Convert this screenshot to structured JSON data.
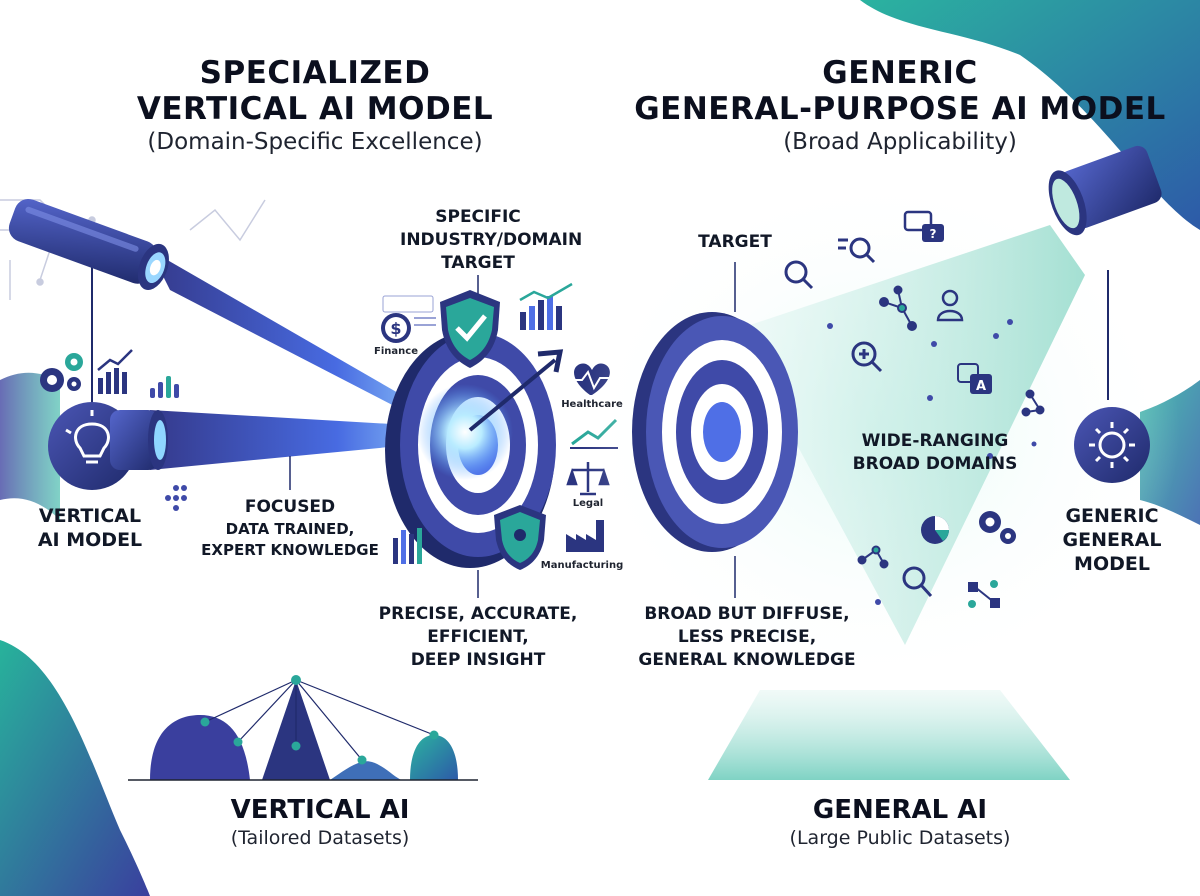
{
  "left": {
    "title_line1": "SPECIALIZED",
    "title_line2": "VERTICAL AI MODEL",
    "subtitle": "(Domain-Specific Excellence)",
    "target_label": [
      "SPECIFIC",
      "INDUSTRY/DOMAIN",
      "TARGET"
    ],
    "model_label": [
      "VERTICAL",
      "AI MODEL"
    ],
    "beam_label": [
      "FOCUSED",
      "DATA TRAINED,",
      "EXPERT KNOWLEDGE"
    ],
    "result_label": [
      "PRECISE, ACCURATE,",
      "EFFICIENT,",
      "DEEP INSIGHT"
    ],
    "domains": [
      "Finance",
      "Healthcare",
      "Legal",
      "Manufacturing"
    ],
    "footer_title": "VERTICAL AI",
    "footer_sub": "(Tailored Datasets)"
  },
  "right": {
    "title_line1": "GENERIC",
    "title_line2": "GENERAL-PURPOSE AI MODEL",
    "subtitle": "(Broad Applicability)",
    "target_label": "TARGET",
    "domains_label": [
      "WIDE-RANGING",
      "BROAD DOMAINS"
    ],
    "model_label": [
      "GENERIC",
      "GENERAL",
      "MODEL"
    ],
    "result_label": [
      "BROAD BUT DIFFUSE,",
      "LESS PRECISE,",
      "GENERAL KNOWLEDGE"
    ],
    "footer_title": "GENERAL AI",
    "footer_sub": "(Large Public Datasets)"
  },
  "icons": [
    "lightbulb-icon",
    "sun-icon",
    "shield-check-icon",
    "shield-icon",
    "dollar-icon",
    "heartbeat-icon",
    "scales-icon",
    "factory-icon",
    "gears-icon",
    "bar-chart-icon",
    "line-chart-icon",
    "search-icon",
    "zoom-in-icon",
    "chat-question-icon",
    "user-icon",
    "translate-icon",
    "network-icon",
    "pie-chart-icon"
  ],
  "colors": {
    "navy": "#2b3580",
    "indigo": "#3f4aa8",
    "blue": "#4f6fe6",
    "teal": "#2aa79a",
    "mint": "#bfe9df",
    "text": "#0b0f1e"
  }
}
